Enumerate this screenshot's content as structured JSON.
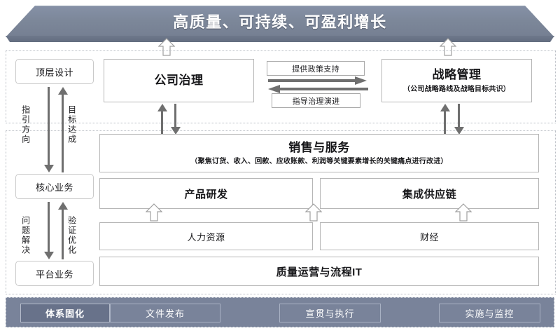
{
  "banner": {
    "title": "高质量、可持续、可盈利增长",
    "color": "#7c8799",
    "text_color": "#ffffff"
  },
  "stages": {
    "top_design": "顶层设计",
    "core_business": "核心业务",
    "platform_business": "平台业务"
  },
  "flow_labels": {
    "direction": "指引方向",
    "goal": "目标达成",
    "problem": "问题解决",
    "verify": "验证优化"
  },
  "boxes": {
    "governance": {
      "title": "公司治理"
    },
    "strategy": {
      "title": "战略管理",
      "subtitle": "（公司战略路线及战略目标共识）"
    },
    "sales": {
      "title": "销售与服务",
      "subtitle": "（聚焦订货、收入、回款、应收账款、利润等关键要素增长的关键痛点进行改进）"
    },
    "rd": {
      "title": "产品研发"
    },
    "supply": {
      "title": "集成供应链"
    },
    "hr": {
      "title": "人力资源"
    },
    "finance": {
      "title": "财经"
    },
    "quality": {
      "title": "质量运营与流程IT"
    }
  },
  "connectors": {
    "policy_support": "提供政策支持",
    "guide_governance": "指导治理演进"
  },
  "footer": {
    "bar_color": "#79839a",
    "items": [
      {
        "label": "体系固化",
        "highlighted": true
      },
      {
        "label": "文件发布",
        "highlighted": false
      },
      {
        "label": "宣贯与执行",
        "highlighted": false
      },
      {
        "label": "实施与监控",
        "highlighted": false
      }
    ]
  }
}
